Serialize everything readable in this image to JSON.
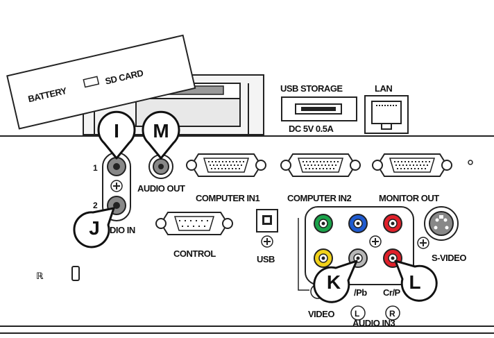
{
  "card_slot": {
    "battery": "BATTERY",
    "sd_card": "SD CARD"
  },
  "top_ports": {
    "usb_storage": "USB STORAGE",
    "usb_rating": "DC 5V 0.5A",
    "lan": "LAN"
  },
  "ports": {
    "audio_in_num_1": "1",
    "audio_in_num_2": "2",
    "audio_in": "DIO IN",
    "audio_out": "AUDIO OUT",
    "computer_in1": "COMPUTER IN1",
    "computer_in2": "COMPUTER IN2",
    "monitor_out": "MONITOR OUT",
    "control": "CONTROL",
    "usb": "USB",
    "s_video": "S-VIDEO",
    "cb_pb": "/Pb",
    "cr_pr": "Cr/P",
    "video": "VIDEO",
    "audio_l": "L",
    "audio_r": "R",
    "audio_in3": "AUDIO IN3",
    "kensington": "ℝ"
  },
  "callouts": {
    "i": "I",
    "m": "M",
    "j": "J",
    "k": "K",
    "l": "L"
  },
  "colors": {
    "green_jack": "#1aa34a",
    "blue_jack": "#1f5bd1",
    "red_jack": "#e0202a",
    "yellow_jack": "#f2d21a",
    "gray_jack": "#b8b8b8"
  }
}
